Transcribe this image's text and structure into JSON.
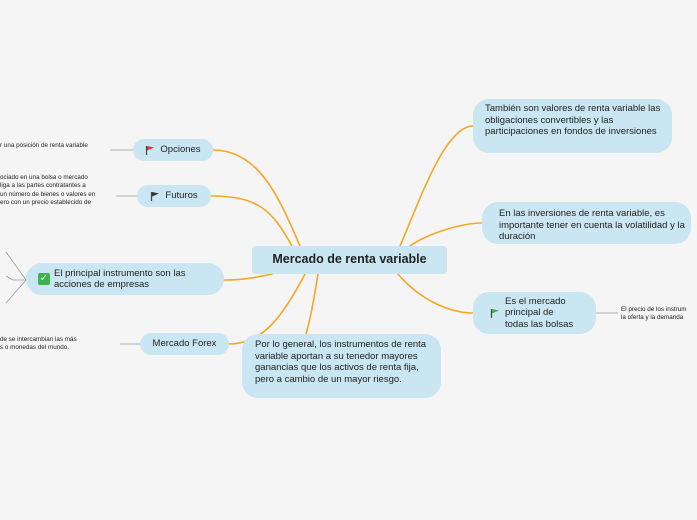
{
  "center": {
    "title": "Mercado de renta variable"
  },
  "left": {
    "opciones": {
      "label": "Opciones",
      "leaf": "r una posición de renta variable"
    },
    "futuros": {
      "label": "Futuros",
      "leaf_lines": [
        "ociado en una bolsa o mercado",
        "liga a las partes contratantes a",
        "un número de bienes o valores en",
        "ero con un precio establecido de"
      ]
    },
    "instrumento": {
      "label": "El principal instrumento son las acciones de empresas"
    },
    "forex": {
      "label": "Mercado Forex",
      "leaf_lines": [
        "de se intercambian las más",
        "s o monedas del mundo."
      ]
    }
  },
  "right": {
    "convertibles": {
      "label": "También son valores de renta variable las obligaciones convertibles y las participaciones en fondos de inversiones"
    },
    "volatilidad": {
      "label": "En las inversiones de renta variable, es importante tener en cuenta la volatilidad y la duración"
    },
    "bolsas": {
      "label": "Es el mercado principal de todas las bolsas",
      "leaf_lines": [
        "El precio de los instrum",
        "la oferta y la demanda"
      ]
    }
  },
  "bottom": {
    "riesgo": {
      "label": "Por lo general, los instrumentos de renta variable aportan a su tenedor mayores ganancias que los activos de renta fija, pero a cambio de un mayor riesgo."
    }
  },
  "colors": {
    "background": "#f5f5f5",
    "node": "#c9e6f2",
    "branch": "#f5a623",
    "leaf_line": "#999999",
    "flag_red": "#e0302b",
    "flag_green": "#3cb44b",
    "flag_dark": "#444444"
  }
}
